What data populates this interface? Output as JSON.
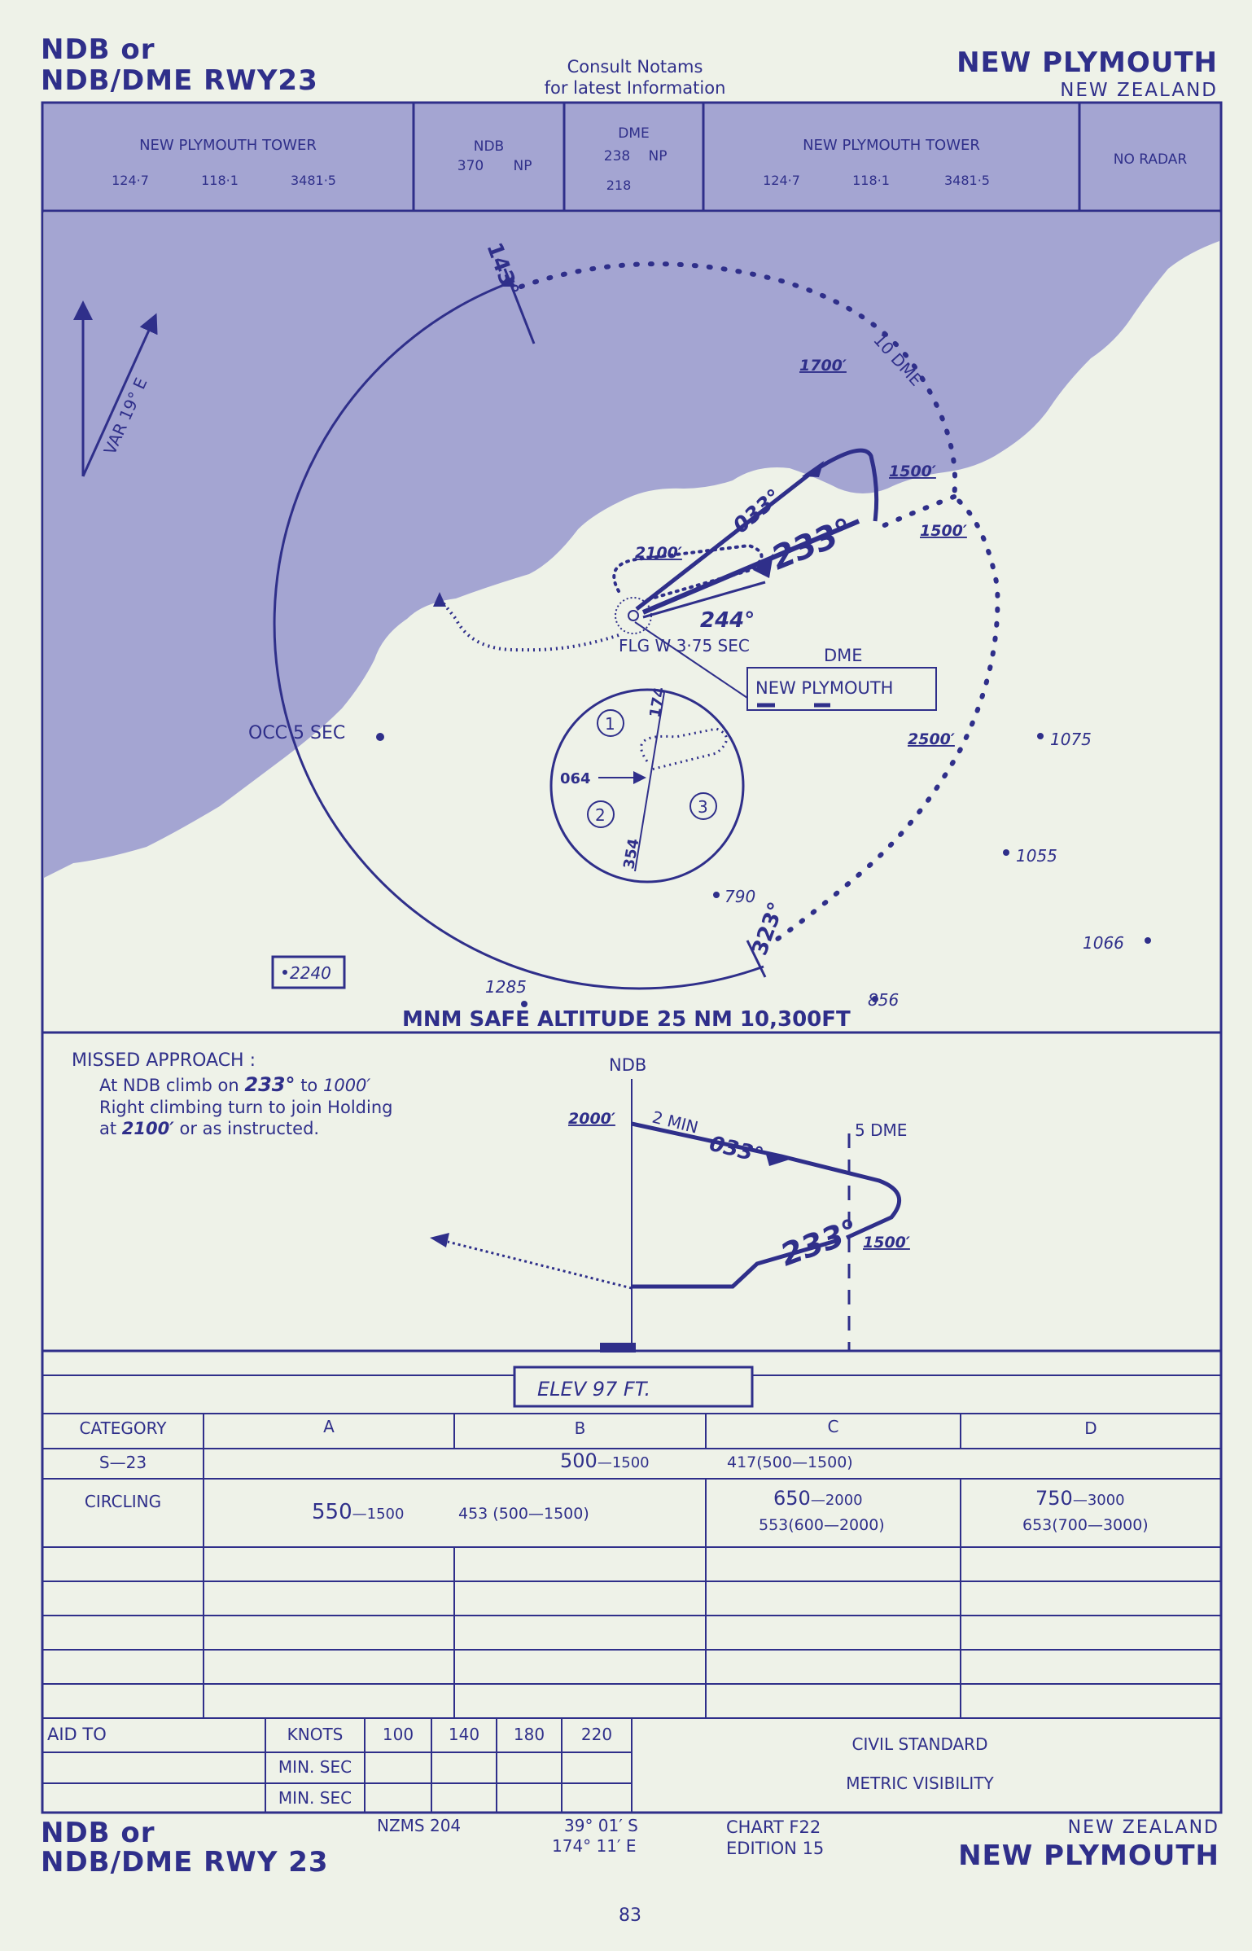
{
  "header": {
    "title_left_1": "NDB or",
    "title_left_2": "NDB/DME RWY23",
    "notams_1": "Consult  Notams",
    "notams_2": "for  latest  Information",
    "title_right": "NEW PLYMOUTH",
    "country": "NEW ZEALAND"
  },
  "comms": {
    "tower1_name": "NEW PLYMOUTH TOWER",
    "tower1_f1": "124·7",
    "tower1_f2": "118·1",
    "tower1_f3": "3481·5",
    "ndb_label": "NDB",
    "ndb_freq": "370",
    "ndb_id": "NP",
    "dme_label": "DME",
    "dme_chan": "238",
    "dme_id": "NP",
    "dme_freq": "218",
    "tower2_name": "NEW PLYMOUTH TOWER",
    "tower2_f1": "124·7",
    "tower2_f2": "118·1",
    "tower2_f3": "3481·5",
    "radar": "NO  RADAR"
  },
  "plan": {
    "var": "VAR 19° E",
    "hdg_143": "143°",
    "dme10": "10 DME",
    "alt_1700": "1700′",
    "alt_1500a": "1500′",
    "alt_1500b": "1500′",
    "alt_2100": "2100′",
    "alt_2500": "2500′",
    "crs_033": "033°",
    "crs_233": "233°",
    "crs_244": "244°",
    "flg": "FLG  W 3·75 SEC",
    "dme_box_1": "DME",
    "dme_box_2": "NEW PLYMOUTH",
    "occ": "OCC 5 SEC",
    "elev_1075": "1075",
    "elev_1055": "1055",
    "elev_1066": "1066",
    "elev_790": "790",
    "elev_856": "856",
    "elev_1285": "1285",
    "elev_2240": "2240",
    "hdg_323": "323°",
    "msa": "MNM SAFE ALTITUDE 25 NM 10,300FT",
    "sector_1": "1",
    "sector_2": "2",
    "sector_3": "3",
    "sector_174": "174",
    "sector_064": "064",
    "sector_354": "354"
  },
  "profile": {
    "missed_title": "MISSED APPROACH :",
    "missed_1": "At  NDB climb on",
    "missed_1b": "233°",
    "missed_1c": "to",
    "missed_1d": "1000′",
    "missed_2": "Right  climbing turn to join Holding",
    "missed_3": "at",
    "missed_3b": "2100′",
    "missed_3c": "or as instructed.",
    "ndb": "NDB",
    "alt_2000": "2000′",
    "two_min": "2 MIN",
    "crs_033": "033°",
    "dme5": "5 DME",
    "crs_233": "233°",
    "alt_1500": "1500′"
  },
  "minima": {
    "elev": "ELEV     97       FT.",
    "cat_label": "CATEGORY",
    "cat_a": "A",
    "cat_b": "B",
    "cat_c": "C",
    "cat_d": "D",
    "s23_label": "S—23",
    "s23_val_main": "500",
    "s23_val_vis": "—1500",
    "s23_val_2": "417(500—1500)",
    "circ_label": "CIRCLING",
    "circ_ab_main": "550",
    "circ_ab_vis": "—1500",
    "circ_ab_2": "453  (500—1500)",
    "circ_c_main": "650",
    "circ_c_vis": "—2000",
    "circ_c_2": "553(600—2000)",
    "circ_d_main": "750",
    "circ_d_vis": "—3000",
    "circ_d_2": "653(700—3000)"
  },
  "speed_table": {
    "aid_to": "AID TO",
    "knots": "KNOTS",
    "min_sec_1": "MIN. SEC",
    "min_sec_2": "MIN. SEC",
    "speeds": [
      "100",
      "140",
      "180",
      "220"
    ],
    "civil": "CIVIL STANDARD",
    "metric": "METRIC VISIBILITY"
  },
  "footer": {
    "left_1": "NDB or",
    "left_2": "NDB/DME RWY 23",
    "nzms": "NZMS  204",
    "lat": "39°  01′  S",
    "lon": "174°  11′  E",
    "chart": "CHART  F22",
    "edition": "EDITION 15",
    "country": "NEW  ZEALAND",
    "right": "NEW PLYMOUTH",
    "page": "83"
  },
  "colors": {
    "ink": "#2f2f8a",
    "sea": "#a4a5d2",
    "paper": "#eef2e8"
  }
}
